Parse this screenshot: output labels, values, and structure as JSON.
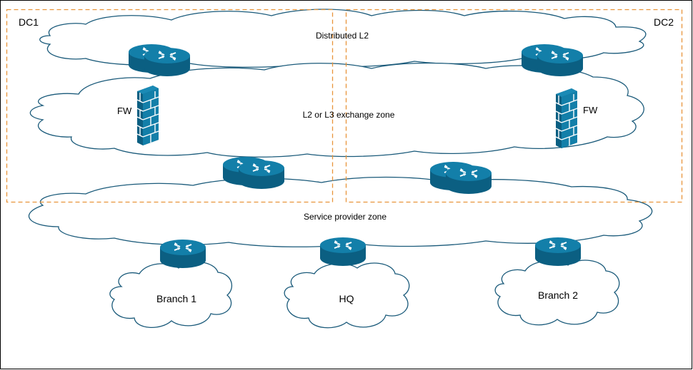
{
  "diagram": {
    "datacenters": {
      "dc1": {
        "label": "DC1"
      },
      "dc2": {
        "label": "DC2"
      }
    },
    "zones": {
      "distributed_l2": {
        "label": "Distributed L2"
      },
      "exchange": {
        "label": "L2 or L3 exchange zone"
      },
      "service_provider": {
        "label": "Service provider zone"
      }
    },
    "firewalls": {
      "dc1": {
        "label": "FW"
      },
      "dc2": {
        "label": "FW"
      }
    },
    "sites": {
      "branch1": {
        "label": "Branch 1"
      },
      "hq": {
        "label": "HQ"
      },
      "branch2": {
        "label": "Branch 2"
      }
    },
    "colors": {
      "router_fill": "#0a6c93",
      "router_top": "#1180aa",
      "cloud_stroke": "#1a5a7a",
      "dashed_border": "#e8943a",
      "outer_border": "#000000"
    }
  }
}
